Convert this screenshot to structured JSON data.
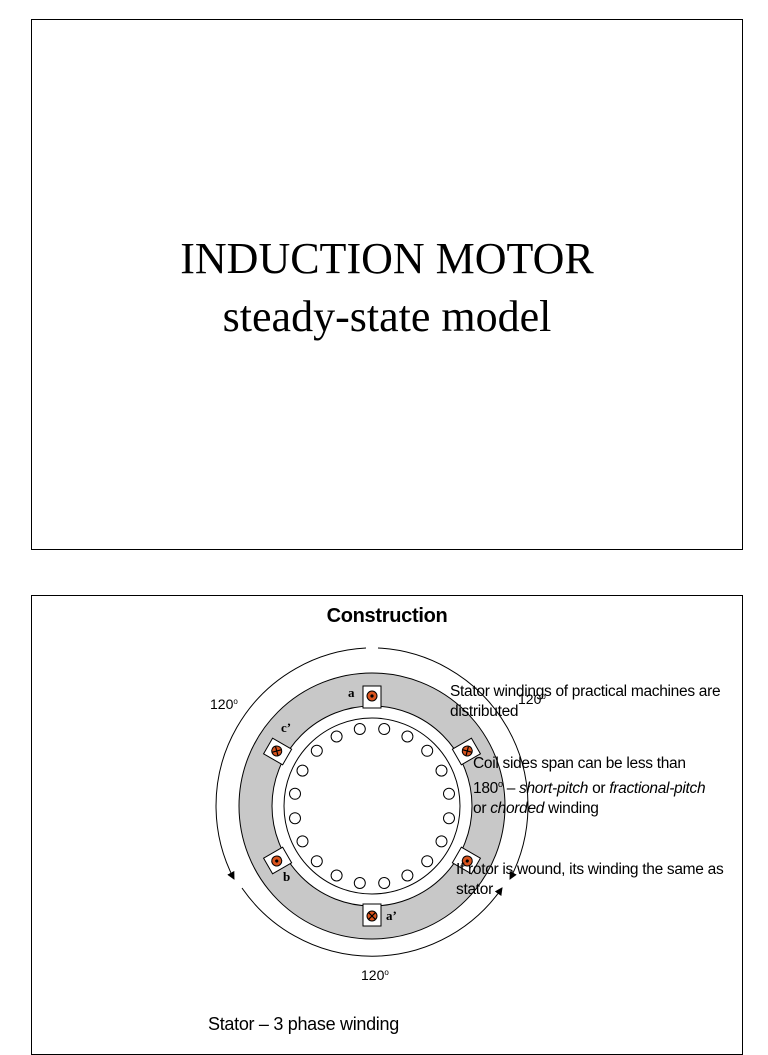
{
  "slide1": {
    "title": "INDUCTION MOTOR",
    "subtitle": "steady-state model"
  },
  "slide2": {
    "title": "Construction",
    "diagram": {
      "label_a": "a",
      "label_a_prime": "a’",
      "label_b": "b",
      "label_c_prime": "c’",
      "angle_left": "120",
      "angle_right": "120",
      "angle_bottom": "120",
      "degree_mark": "o",
      "colors": {
        "stator": "#c8c8c8",
        "conductor": "#d9541e"
      }
    },
    "note1": "Stator windings of practical machines are distributed",
    "note2": {
      "line1": "Coil sides span can be less than",
      "line2_pre": "180",
      "line2_sup": "o",
      "line2_mid": " – ",
      "line2_em1": "short-pitch",
      "line2_or": " or ",
      "line2_em2": "fractional-pitch",
      "line3_pre": "or ",
      "line3_em": "chorded",
      "line3_post": " winding"
    },
    "note3": "If rotor is wound, its winding the same as stator",
    "caption": "Stator – 3 phase winding"
  }
}
